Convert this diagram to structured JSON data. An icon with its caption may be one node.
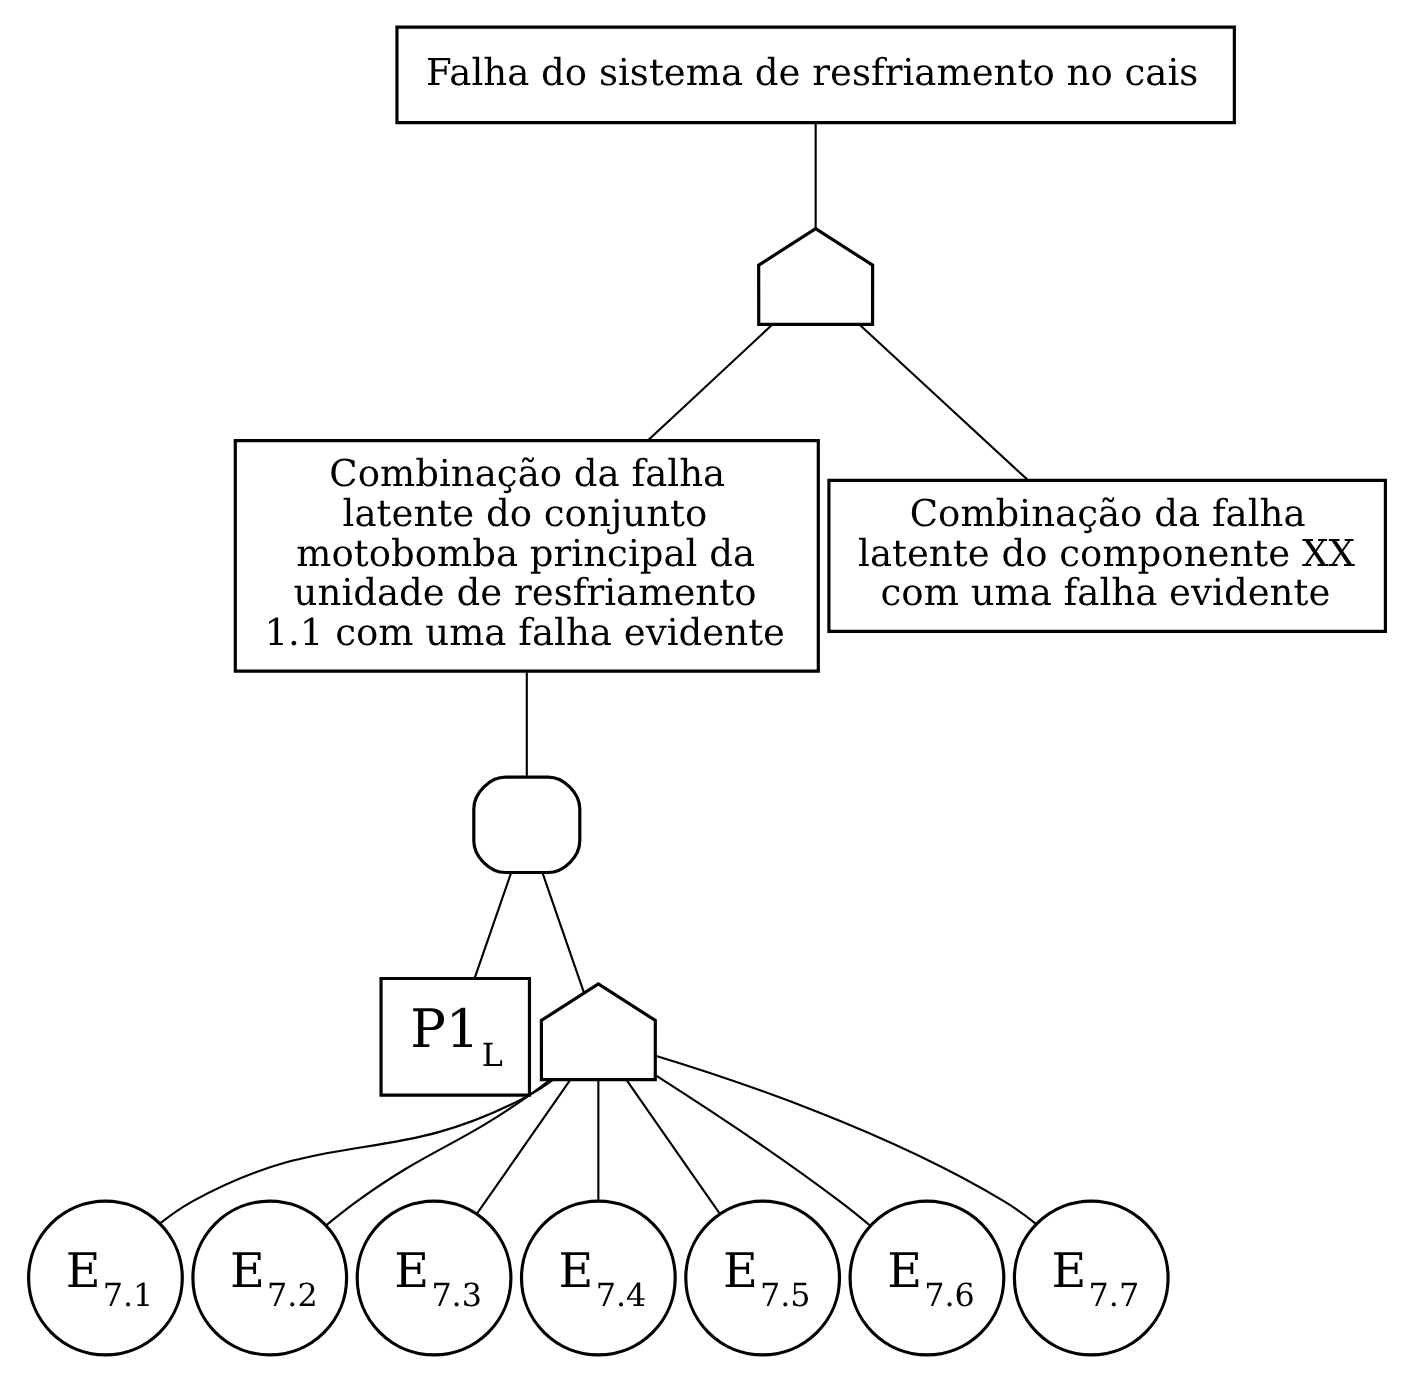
{
  "diagram": {
    "nodes": [
      {
        "text": [
          "Falha do sistema de resfriamento no cais"
        ]
      },
      {
        "text": [],
        "shape": "shield"
      },
      {
        "text": [
          "Combinação da falha latente do conjunto motobomba principal da unidade de resfriamento 1.1 com uma falha evidente"
        ]
      },
      {
        "text": [
          "Combinação da falha latente do componente XX com uma falha evidente"
        ]
      },
      {
        "text": [],
        "shape": "dome"
      },
      {
        "text": [
          "P1$_{L}$"
        ]
      },
      {
        "text": [],
        "shape": "shield"
      },
      {
        "text": [
          "E$_{7.1}$"
        ]
      },
      {
        "text": [
          "E$_{7.2}$"
        ]
      },
      {
        "text": [
          "E$_{7.3}$"
        ]
      },
      {
        "text": [
          "E$_{7.4}$"
        ]
      },
      {
        "text": [
          "E$_{7.5}$"
        ]
      },
      {
        "text": [
          "E$_{7.6}$"
        ]
      },
      {
        "text": [
          "E$_{7.7}$"
        ]
      }
    ],
    "edges": [
      {
        "from": 0,
        "to": 1,
        "arrow": "none"
      },
      {
        "from": 1,
        "to": 2,
        "arrow": "none"
      },
      {
        "from": 1,
        "to": 3,
        "arrow": "none"
      },
      {
        "from": 2,
        "to": 4,
        "arrow": "none"
      },
      {
        "from": 4,
        "to": 5,
        "arrow": "none"
      },
      {
        "from": 4,
        "to": 6,
        "arrow": "none"
      },
      {
        "from": 6,
        "to": 7,
        "arrow": "none"
      },
      {
        "from": 6,
        "to": 8,
        "arrow": "none"
      },
      {
        "from": 6,
        "to": 9,
        "arrow": "none"
      },
      {
        "from": 6,
        "to": 10,
        "arrow": "none"
      },
      {
        "from": 6,
        "to": 11,
        "arrow": "none"
      },
      {
        "from": 6,
        "to": 12,
        "arrow": "none"
      },
      {
        "from": 6,
        "to": 13,
        "arrow": "none"
      }
    ]
  }
}
